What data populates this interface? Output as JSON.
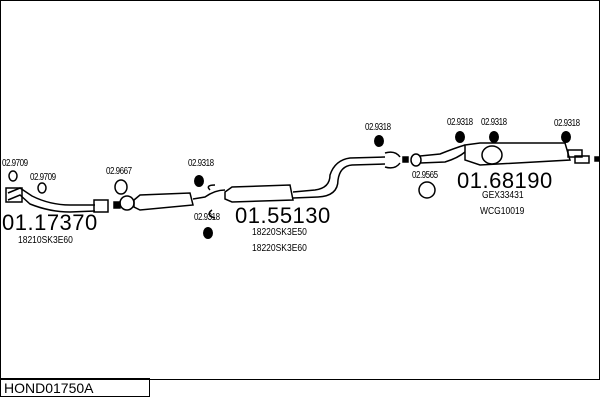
{
  "reference": "HOND01750A",
  "parts": [
    {
      "number": "01.17370",
      "oem": [
        "18210SK3E60"
      ]
    },
    {
      "number": "01.55130",
      "oem": [
        "18220SK3E50",
        "18220SK3E60"
      ]
    },
    {
      "number": "01.68190",
      "oem": [
        "GEX33431",
        "WCG10019"
      ]
    }
  ],
  "accessories": [
    "02.9709",
    "02.9709",
    "02.9667",
    "02.9318",
    "02.9318",
    "02.9318",
    "02.9565",
    "02.9318",
    "02.9318",
    "02.9318"
  ]
}
